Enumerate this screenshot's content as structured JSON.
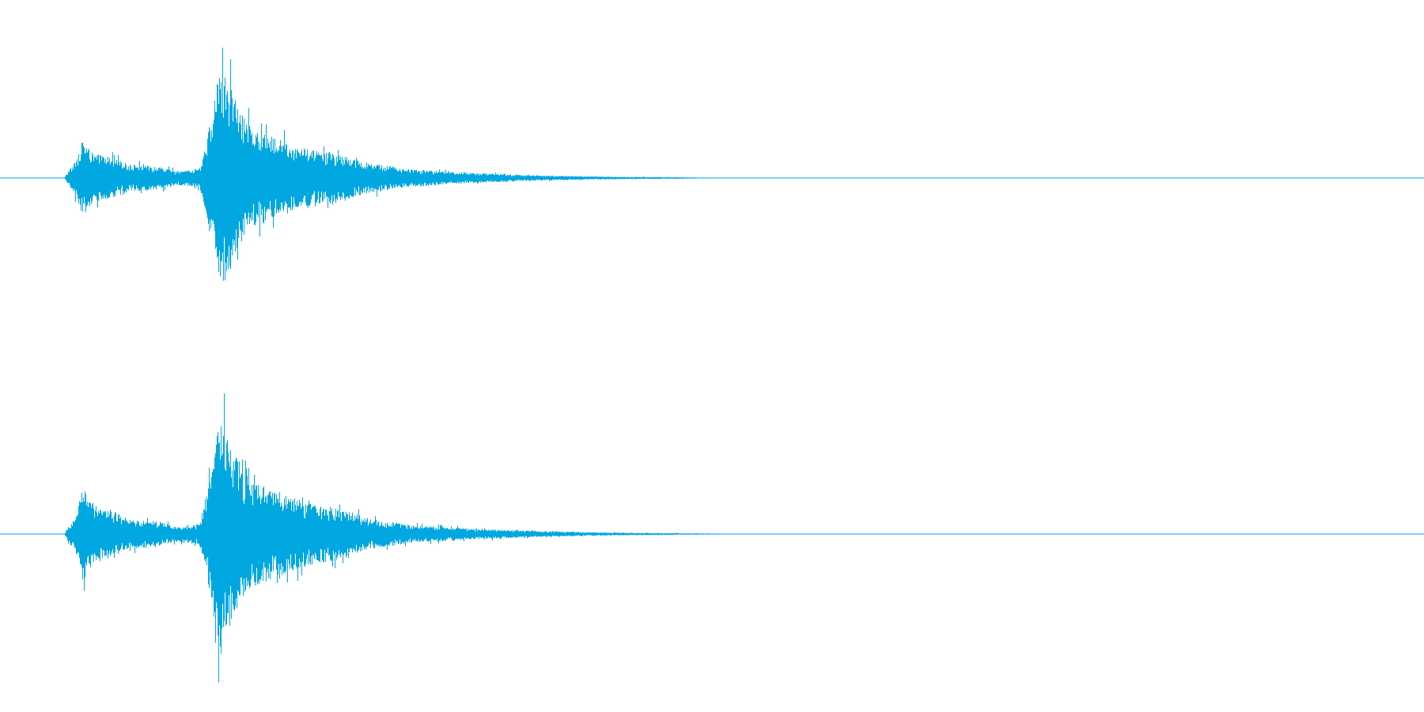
{
  "waveform": {
    "color": "#00a7e1",
    "channel_count": 2,
    "duration_fraction_visible": 1.0,
    "channels": [
      {
        "name": "",
        "envelope": [
          [
            0.0,
            0.0
          ],
          [
            0.045,
            0.0
          ],
          [
            0.047,
            0.05
          ],
          [
            0.052,
            0.13
          ],
          [
            0.058,
            0.33
          ],
          [
            0.065,
            0.21
          ],
          [
            0.075,
            0.19
          ],
          [
            0.09,
            0.12
          ],
          [
            0.11,
            0.1
          ],
          [
            0.125,
            0.06
          ],
          [
            0.14,
            0.08
          ],
          [
            0.145,
            0.35
          ],
          [
            0.15,
            0.62
          ],
          [
            0.154,
            1.0
          ],
          [
            0.158,
            0.92
          ],
          [
            0.165,
            0.68
          ],
          [
            0.175,
            0.45
          ],
          [
            0.185,
            0.38
          ],
          [
            0.2,
            0.32
          ],
          [
            0.215,
            0.25
          ],
          [
            0.235,
            0.22
          ],
          [
            0.255,
            0.14
          ],
          [
            0.285,
            0.08
          ],
          [
            0.32,
            0.05
          ],
          [
            0.37,
            0.025
          ],
          [
            0.42,
            0.012
          ],
          [
            0.48,
            0.006
          ],
          [
            0.5,
            0.003
          ],
          [
            0.52,
            0.0
          ],
          [
            1.0,
            0.0
          ]
        ]
      },
      {
        "name": "",
        "envelope": [
          [
            0.0,
            0.0
          ],
          [
            0.045,
            0.0
          ],
          [
            0.047,
            0.05
          ],
          [
            0.052,
            0.12
          ],
          [
            0.058,
            0.38
          ],
          [
            0.065,
            0.23
          ],
          [
            0.075,
            0.21
          ],
          [
            0.09,
            0.12
          ],
          [
            0.11,
            0.1
          ],
          [
            0.125,
            0.06
          ],
          [
            0.14,
            0.08
          ],
          [
            0.145,
            0.35
          ],
          [
            0.15,
            0.6
          ],
          [
            0.154,
            1.0
          ],
          [
            0.158,
            0.82
          ],
          [
            0.165,
            0.62
          ],
          [
            0.175,
            0.44
          ],
          [
            0.19,
            0.36
          ],
          [
            0.205,
            0.3
          ],
          [
            0.22,
            0.24
          ],
          [
            0.24,
            0.2
          ],
          [
            0.26,
            0.12
          ],
          [
            0.29,
            0.07
          ],
          [
            0.33,
            0.045
          ],
          [
            0.38,
            0.022
          ],
          [
            0.43,
            0.011
          ],
          [
            0.48,
            0.006
          ],
          [
            0.51,
            0.003
          ],
          [
            0.52,
            0.0
          ],
          [
            1.0,
            0.0
          ]
        ]
      }
    ]
  }
}
